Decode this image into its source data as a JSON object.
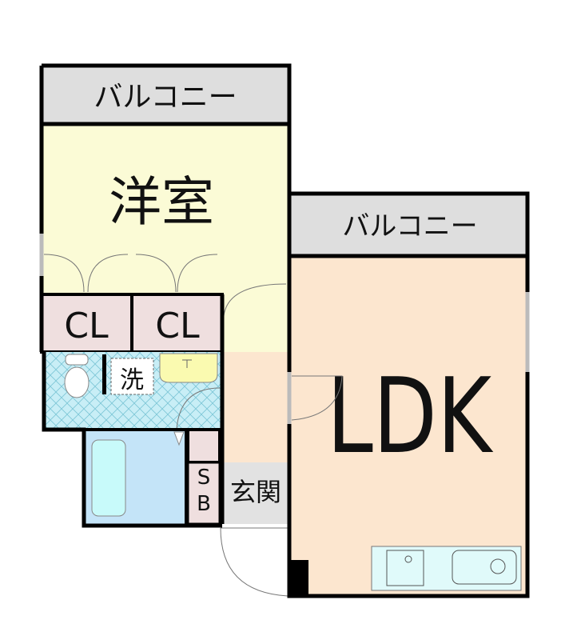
{
  "rooms": {
    "balcony_top": "バルコニー",
    "western_room": "洋室",
    "closet_1": "CL",
    "closet_2": "CL",
    "laundry": "洗",
    "balcony_right": "バルコニー",
    "ldk": "LDK",
    "shoe_box_s": "S",
    "shoe_box_b": "B",
    "entrance": "玄関"
  },
  "colors": {
    "wall": "#000000",
    "balcony": "#dedede",
    "western_room": "#fbfbd6",
    "closet": "#efdfdf",
    "wet_area": "#c8eef6",
    "bath": "#c4e4f8",
    "tub": "#c8fafa",
    "ldk": "#fce6cf",
    "entrance": "#e2e2e2",
    "kitchen": "#e0fafa",
    "sink_basin": "#fafab0"
  }
}
